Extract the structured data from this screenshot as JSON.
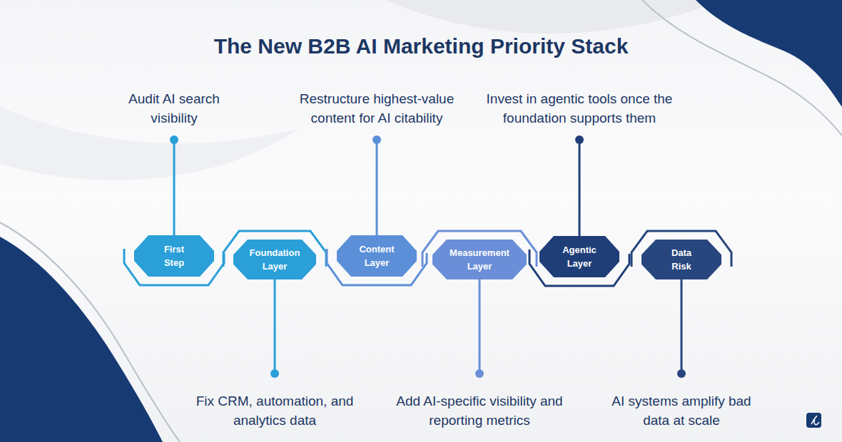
{
  "diagram": {
    "title": "The New B2B AI Marketing Priority Stack",
    "nodes": [
      {
        "text": [
          "First Step",
          "Audit AI search visibility"
        ]
      },
      {
        "text": [
          "Foundation Layer",
          "Fix CRM, automation, and analytics data"
        ]
      },
      {
        "text": [
          "Content Layer",
          "Restructure highest-value content for AI citability"
        ]
      },
      {
        "text": [
          "Measurement Layer",
          "Add AI-specific visibility and reporting metrics"
        ]
      },
      {
        "text": [
          "Agentic Layer",
          "Invest in agentic tools once the foundation supports them"
        ]
      },
      {
        "text": [
          "Data Risk",
          "AI systems amplify bad data at scale"
        ]
      }
    ]
  }
}
